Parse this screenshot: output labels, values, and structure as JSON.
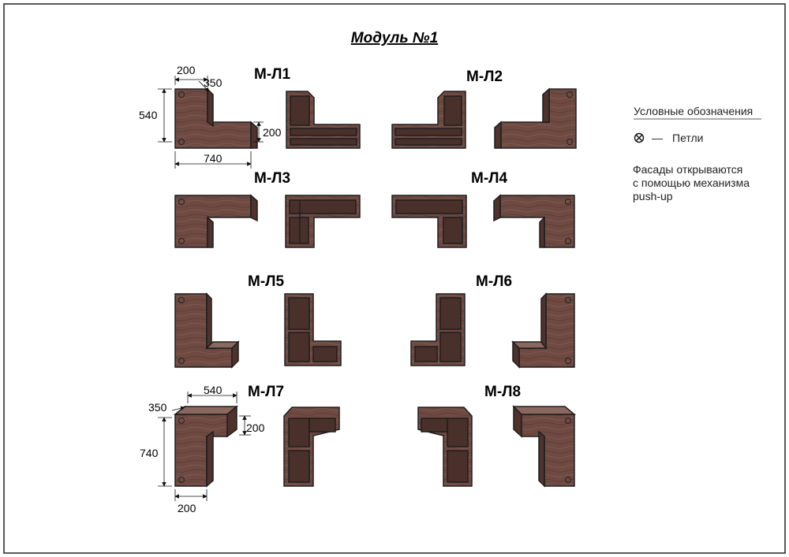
{
  "title": "Модуль №1",
  "modules": [
    "М-Л1",
    "М-Л2",
    "М-Л3",
    "М-Л4",
    "М-Л5",
    "М-Л6",
    "М-Л7",
    "М-Л8"
  ],
  "dimensions": {
    "a": [
      "200",
      "350",
      "540",
      "200",
      "740"
    ],
    "b": [
      "540",
      "350",
      "200",
      "740",
      "200"
    ]
  },
  "legend": {
    "heading": "Условные обозначения",
    "dash": "—",
    "hinge": "Петли",
    "note": [
      "Фасады открываются",
      "с помощью механизма",
      "push-up"
    ]
  },
  "colors": {
    "wood": "#6e4a42",
    "wood_side": "#4e322c",
    "wood_top": "#8a6860",
    "interior": "#5a3a32",
    "frame": "#1e1e1e"
  }
}
